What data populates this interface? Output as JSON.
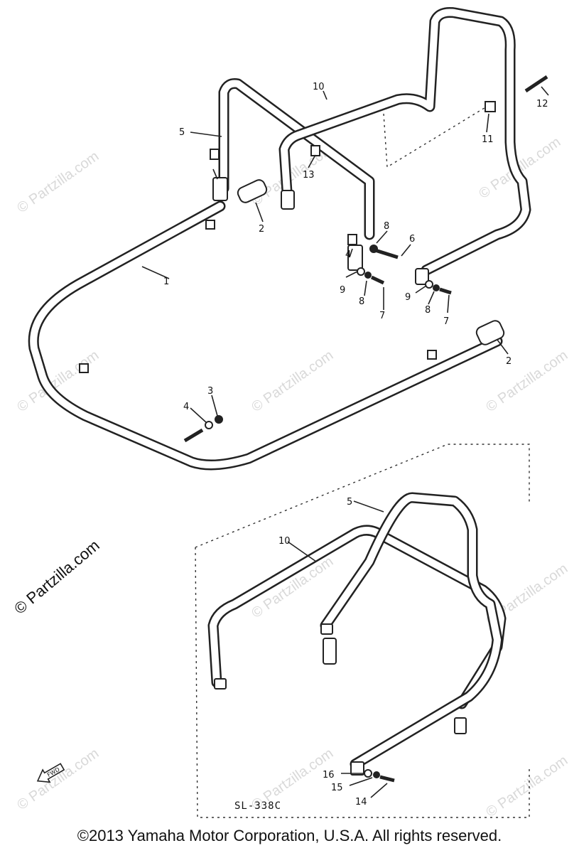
{
  "callouts": {
    "c1": "1",
    "c2a": "2",
    "c2b": "2",
    "c3": "3",
    "c4a": "4",
    "c4b": "4",
    "c5a": "5",
    "c5b": "5",
    "c6": "6",
    "c7a": "7",
    "c7b": "7",
    "c8a": "8",
    "c8b": "8",
    "c8c": "8",
    "c9a": "9",
    "c9b": "9",
    "c10a": "10",
    "c10b": "10",
    "c11": "11",
    "c12": "12",
    "c13": "13",
    "c14": "14",
    "c15": "15",
    "c16": "16"
  },
  "sub_assembly_label": "SL-338C",
  "fwd_label": "FWD",
  "watermark": "© Partzilla.com",
  "copyright": "©2013  Yamaha Motor Corporation, U.S.A. All rights reserved."
}
